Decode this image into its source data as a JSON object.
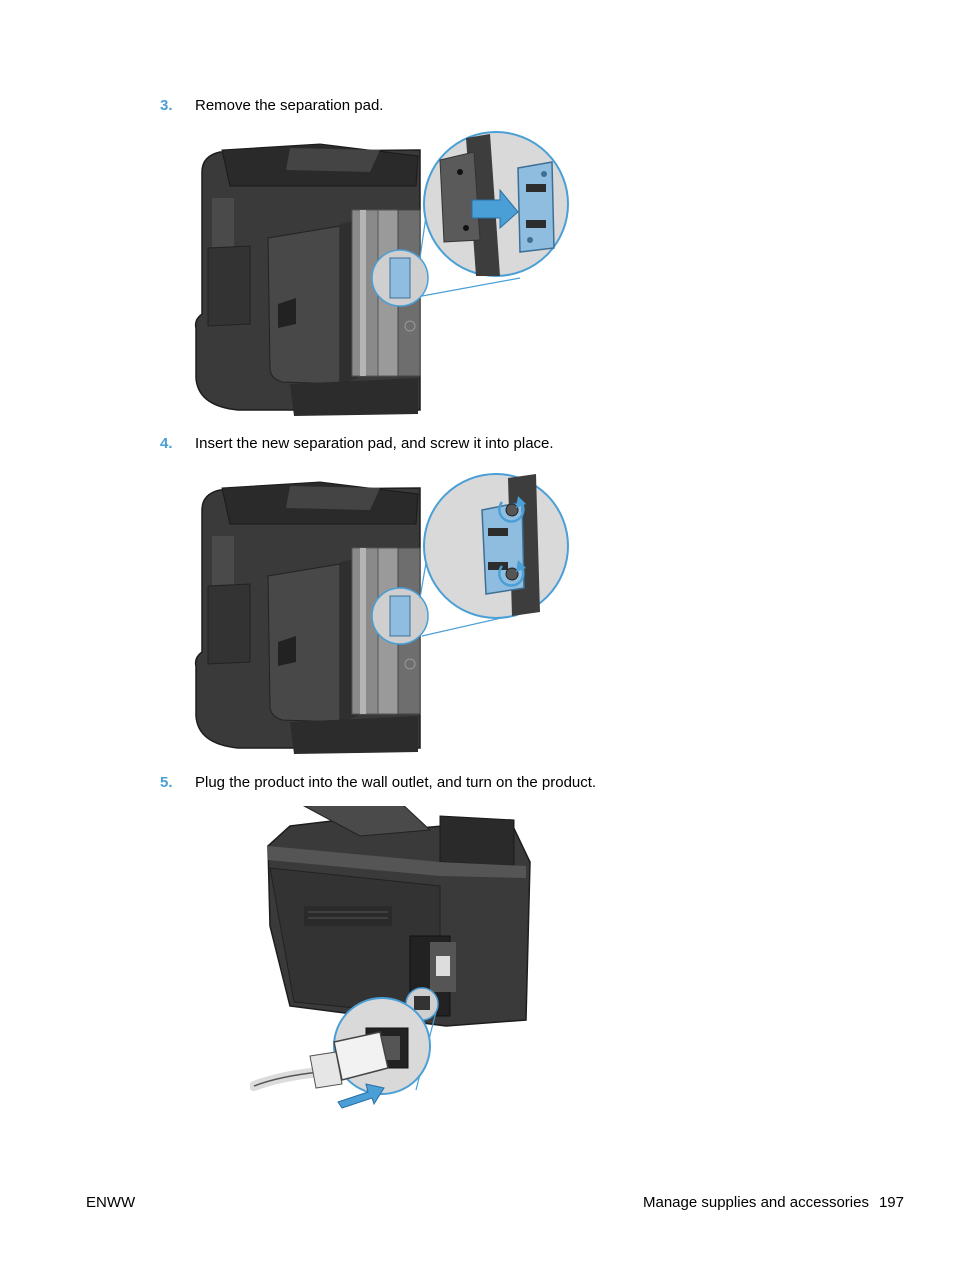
{
  "steps": [
    {
      "number": "3.",
      "text": "Remove the separation pad."
    },
    {
      "number": "4.",
      "text": "Insert the new separation pad, and screw it into place."
    },
    {
      "number": "5.",
      "text": "Plug the product into the wall outlet, and turn on the product."
    }
  ],
  "footer": {
    "left": "ENWW",
    "section": "Manage supplies and accessories",
    "page": "197"
  },
  "colors": {
    "accent": "#4a9fd6",
    "printer_body": "#3a3a3a",
    "printer_dark": "#262626",
    "printer_light": "#4d4d4d",
    "inset_bg": "#d9d9d9",
    "pad_blue": "#8fbde0"
  }
}
